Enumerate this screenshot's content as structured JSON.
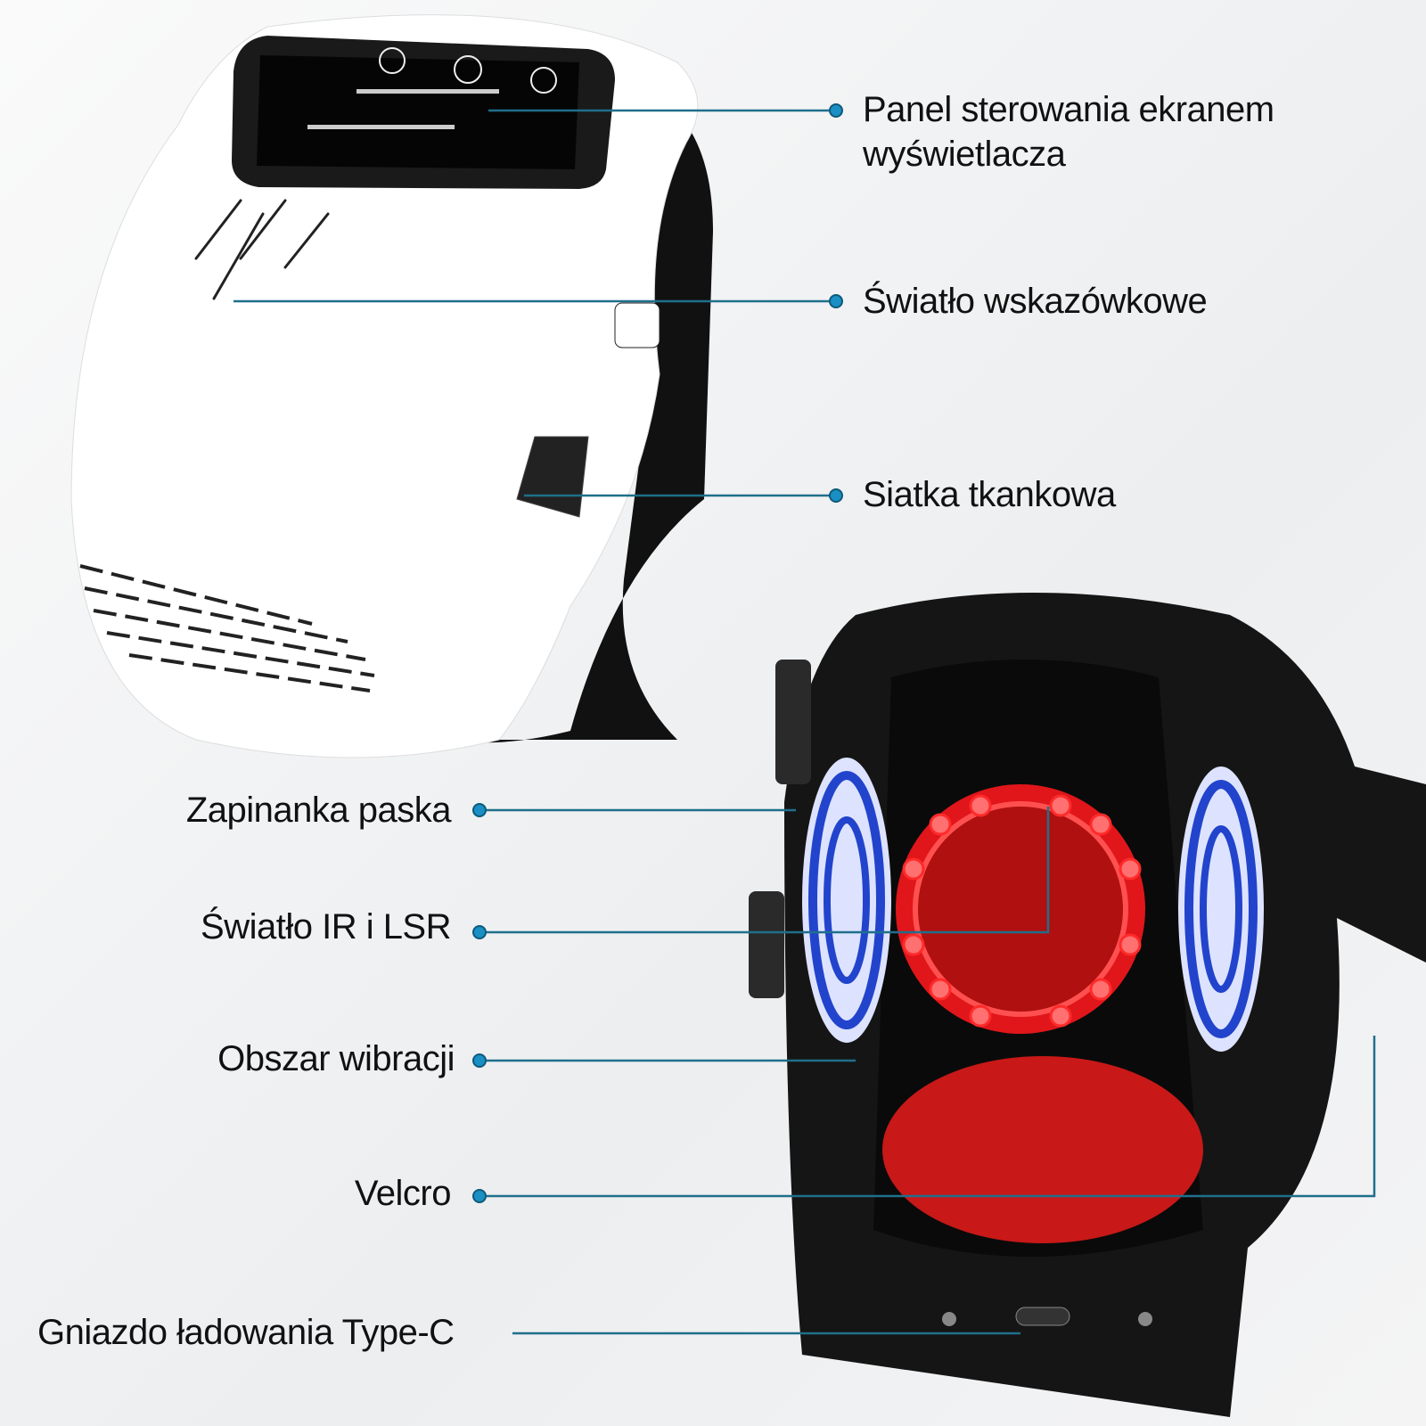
{
  "labels": {
    "panel": "Panel sterowania ekranem wyświetlacza",
    "panel_line1": "Panel sterowania ekranem",
    "panel_line2": "wyświetlacza",
    "indicator": "Światło wskazówkowe",
    "mesh": "Siatka tkankowa",
    "buckle": "Zapinanka paska",
    "ir_lsr": "Światło IR i LSR",
    "vibration": "Obszar wibracji",
    "velcro": "Velcro",
    "usb": "Gniazdo ładowania Type-C"
  },
  "colors": {
    "line": "#1f6f8b",
    "dot": "#1a8fc4",
    "red": "#ff2a2a",
    "blue": "#2244cc"
  }
}
